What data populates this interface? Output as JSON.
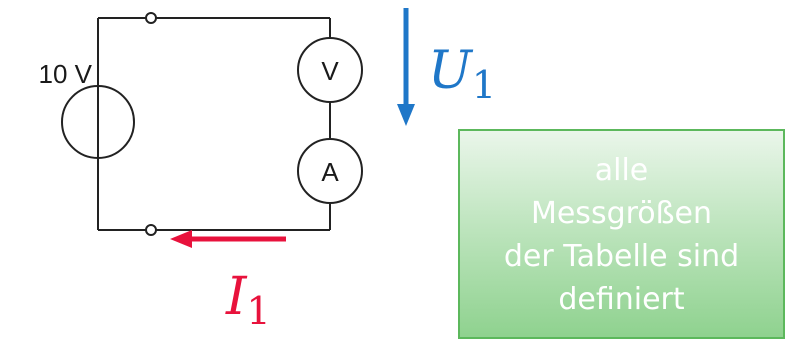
{
  "circuit": {
    "source_label": "10 V",
    "voltmeter_label": "V",
    "ammeter_label": "A"
  },
  "voltage": {
    "symbol": "U",
    "subscript": "1",
    "color": "#1f77c8"
  },
  "current": {
    "symbol": "I",
    "subscript": "1",
    "color": "#e8123c"
  },
  "note": {
    "text": "alle\nMessgrößen\nder Tabelle sind\ndefiniert"
  }
}
